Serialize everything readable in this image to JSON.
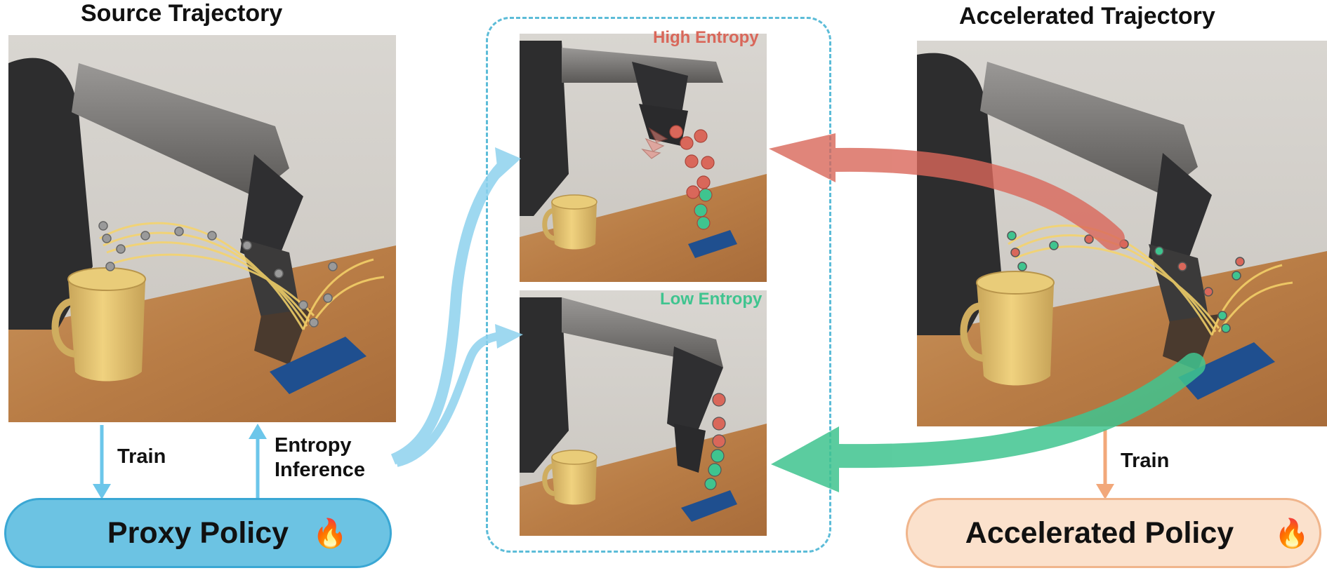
{
  "titles": {
    "source": "Source Trajectory",
    "accelerated": "Accelerated Trajectory"
  },
  "labels": {
    "train_left": "Train",
    "entropy_line1": "Entropy",
    "entropy_line2": "Inference",
    "train_right": "Train",
    "high_entropy": "High Entropy",
    "low_entropy": "Low Entropy"
  },
  "policies": {
    "proxy": "Proxy Policy",
    "accelerated": "Accelerated Policy",
    "fire_icon": "🔥"
  },
  "colors": {
    "proxy_fill": "#6cc3e3",
    "proxy_border": "#3aa7d4",
    "accel_fill": "#fbe1cc",
    "accel_border": "#f0b58c",
    "blue_arrow": "#6cc6ea",
    "orange_arrow": "#f2a87a",
    "high_entropy": "#d9675a",
    "low_entropy": "#3fc48f",
    "dashed_box": "#5cbcd8"
  }
}
